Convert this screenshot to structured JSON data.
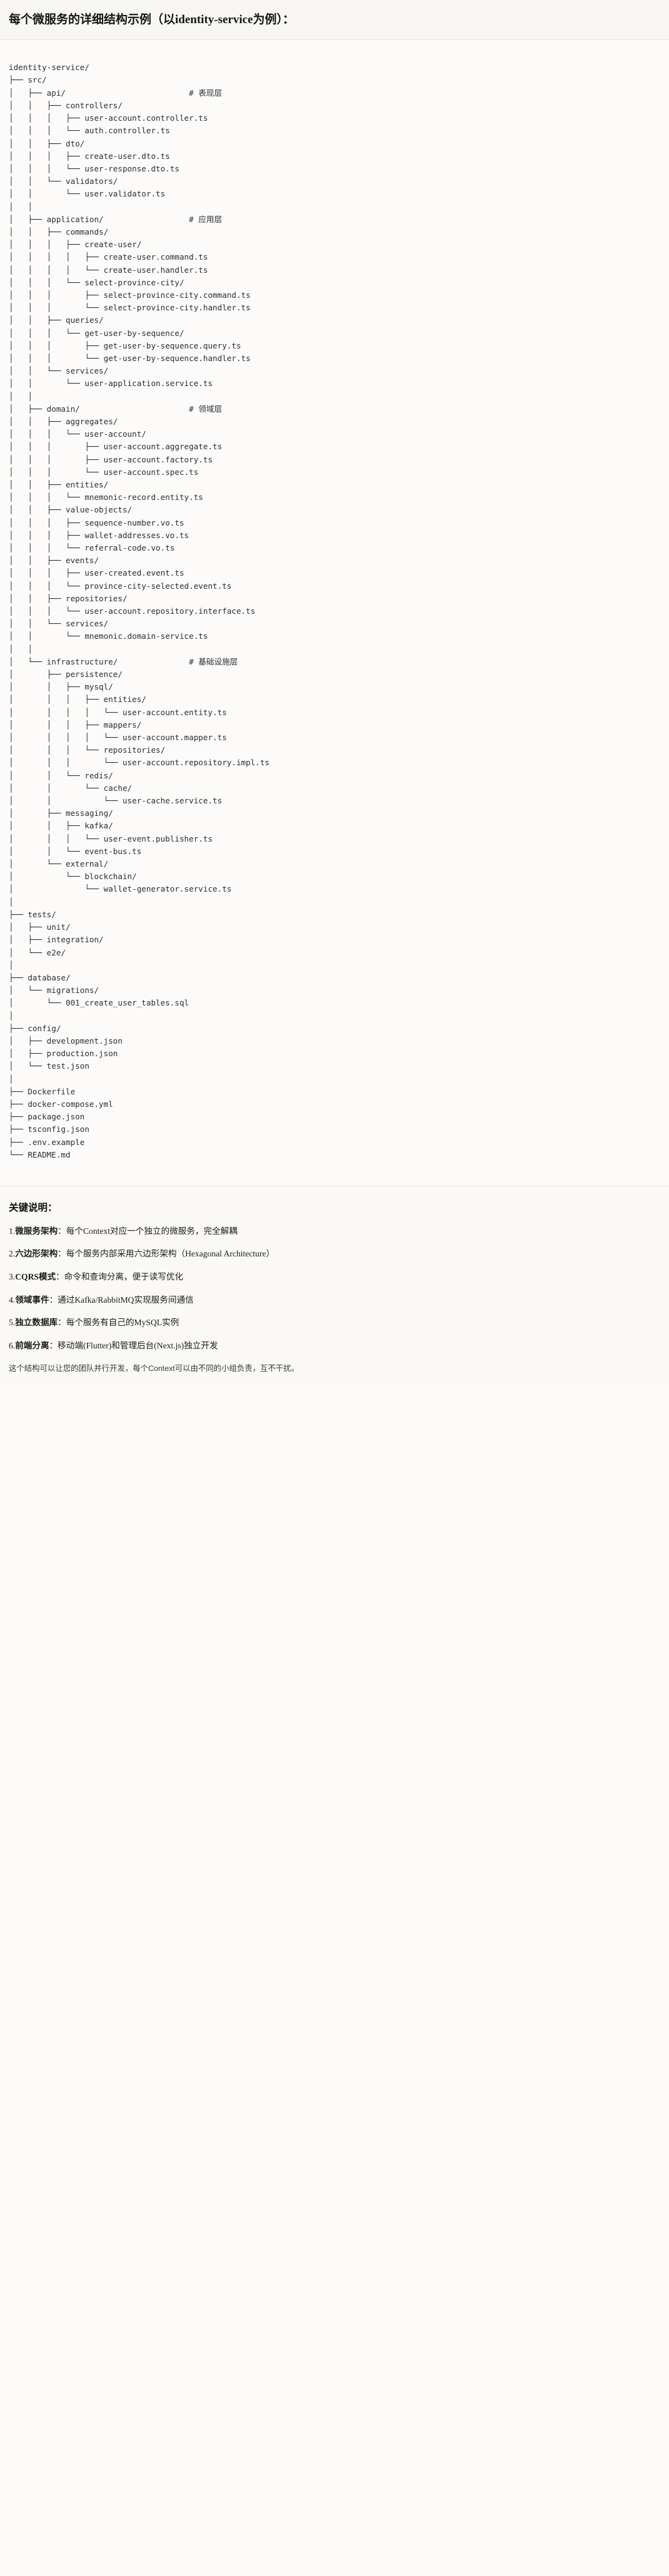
{
  "header": {
    "title": "每个微服务的详细结构示例（以identity-service为例）："
  },
  "tree": {
    "lines": [
      "identity-service/",
      "├── src/",
      "│   ├── api/                          # 表现层",
      "│   │   ├── controllers/",
      "│   │   │   ├── user-account.controller.ts",
      "│   │   │   └── auth.controller.ts",
      "│   │   ├── dto/",
      "│   │   │   ├── create-user.dto.ts",
      "│   │   │   └── user-response.dto.ts",
      "│   │   └── validators/",
      "│   │       └── user.validator.ts",
      "│   │",
      "│   ├── application/                  # 应用层",
      "│   │   ├── commands/",
      "│   │   │   ├── create-user/",
      "│   │   │   │   ├── create-user.command.ts",
      "│   │   │   │   └── create-user.handler.ts",
      "│   │   │   └── select-province-city/",
      "│   │   │       ├── select-province-city.command.ts",
      "│   │   │       └── select-province-city.handler.ts",
      "│   │   ├── queries/",
      "│   │   │   └── get-user-by-sequence/",
      "│   │   │       ├── get-user-by-sequence.query.ts",
      "│   │   │       └── get-user-by-sequence.handler.ts",
      "│   │   └── services/",
      "│   │       └── user-application.service.ts",
      "│   │",
      "│   ├── domain/                       # 领域层",
      "│   │   ├── aggregates/",
      "│   │   │   └── user-account/",
      "│   │   │       ├── user-account.aggregate.ts",
      "│   │   │       ├── user-account.factory.ts",
      "│   │   │       └── user-account.spec.ts",
      "│   │   ├── entities/",
      "│   │   │   └── mnemonic-record.entity.ts",
      "│   │   ├── value-objects/",
      "│   │   │   ├── sequence-number.vo.ts",
      "│   │   │   ├── wallet-addresses.vo.ts",
      "│   │   │   └── referral-code.vo.ts",
      "│   │   ├── events/",
      "│   │   │   ├── user-created.event.ts",
      "│   │   │   └── province-city-selected.event.ts",
      "│   │   ├── repositories/",
      "│   │   │   └── user-account.repository.interface.ts",
      "│   │   └── services/",
      "│   │       └── mnemonic.domain-service.ts",
      "│   │",
      "│   └── infrastructure/               # 基础设施层",
      "│       ├── persistence/",
      "│       │   ├── mysql/",
      "│       │   │   ├── entities/",
      "│       │   │   │   └── user-account.entity.ts",
      "│       │   │   ├── mappers/",
      "│       │   │   │   └── user-account.mapper.ts",
      "│       │   │   └── repositories/",
      "│       │   │       └── user-account.repository.impl.ts",
      "│       │   └── redis/",
      "│       │       └── cache/",
      "│       │           └── user-cache.service.ts",
      "│       ├── messaging/",
      "│       │   ├── kafka/",
      "│       │   │   └── user-event.publisher.ts",
      "│       │   └── event-bus.ts",
      "│       └── external/",
      "│           └── blockchain/",
      "│               └── wallet-generator.service.ts",
      "│",
      "├── tests/",
      "│   ├── unit/",
      "│   ├── integration/",
      "│   └── e2e/",
      "│",
      "├── database/",
      "│   └── migrations/",
      "│       └── 001_create_user_tables.sql",
      "│",
      "├── config/",
      "│   ├── development.json",
      "│   ├── production.json",
      "│   └── test.json",
      "│",
      "├── Dockerfile",
      "├── docker-compose.yml",
      "├── package.json",
      "├── tsconfig.json",
      "├── .env.example",
      "└── README.md"
    ]
  },
  "notes": {
    "heading": "关键说明：",
    "items": [
      {
        "index": "1.",
        "name": "微服务架构",
        "sep": "：",
        "desc": "每个Context对应一个独立的微服务，完全解耦"
      },
      {
        "index": "2.",
        "name": "六边形架构",
        "sep": "：",
        "desc": "每个服务内部采用六边形架构（Hexagonal Architecture）"
      },
      {
        "index": "3.",
        "name": "CQRS模式",
        "sep": "：",
        "desc": "命令和查询分离，便于读写优化"
      },
      {
        "index": "4.",
        "name": "领域事件",
        "sep": "：",
        "desc": "通过Kafka/RabbitMQ实现服务间通信"
      },
      {
        "index": "5.",
        "name": "独立数据库",
        "sep": "：",
        "desc": "每个服务有自己的MySQL实例"
      },
      {
        "index": "6.",
        "name": "前端分离",
        "sep": "：",
        "desc": "移动端(Flutter)和管理后台(Next.js)独立开发"
      }
    ],
    "closing": "这个结构可以让您的团队并行开发，每个Context可以由不同的小组负责，互不干扰。"
  }
}
